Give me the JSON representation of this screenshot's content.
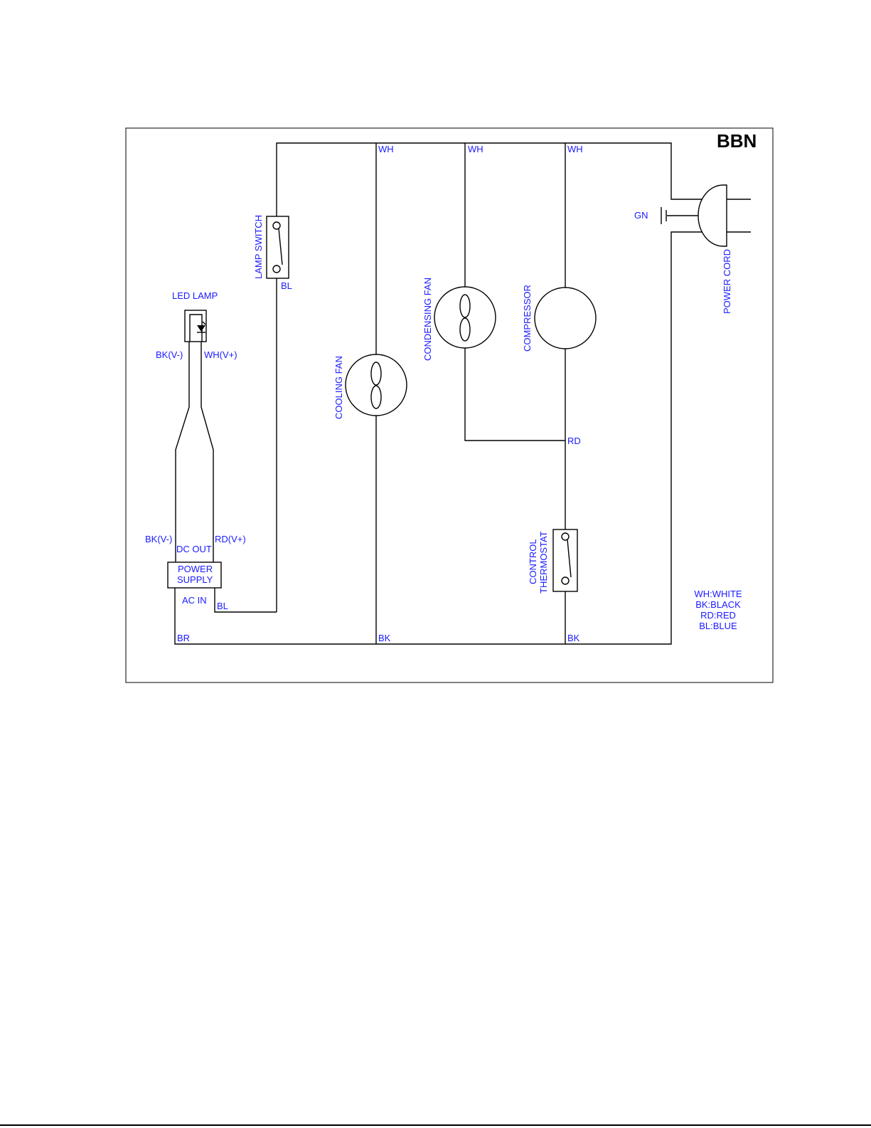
{
  "title": "BBN",
  "components": {
    "lamp_switch": "LAMP SWITCH",
    "led_lamp": "LED LAMP",
    "cooling_fan": "COOLING FAN",
    "condensing_fan": "CONDENSING FAN",
    "compressor": "COMPRESSOR",
    "power_cord": "POWER CORD",
    "control_thermostat_line1": "CONTROL",
    "control_thermostat_line2": "THERMOSTAT",
    "power_supply_line1": "POWER",
    "power_supply_line2": "SUPPLY",
    "dc_out": "DC  OUT",
    "ac_in": "AC  IN",
    "ground": "GN"
  },
  "wire_labels": {
    "wh_cooling": "WH",
    "wh_condensing": "WH",
    "wh_compressor": "WH",
    "bl_switch": "BL",
    "bk_led": "BK(V-)",
    "wh_led": "WH(V+)",
    "bk_ps": "BK(V-)",
    "rd_ps": "RD(V+)",
    "bl_ps": "BL",
    "br_bottom": "BR",
    "bk_mid": "BK",
    "bk_right": "BK",
    "rd_junction": "RD"
  },
  "legend": [
    "WH:WHITE",
    "BK:BLACK",
    "RD:RED",
    "BL:BLUE"
  ],
  "colors": {
    "label": "#1a1aff",
    "wire": "#000000"
  }
}
